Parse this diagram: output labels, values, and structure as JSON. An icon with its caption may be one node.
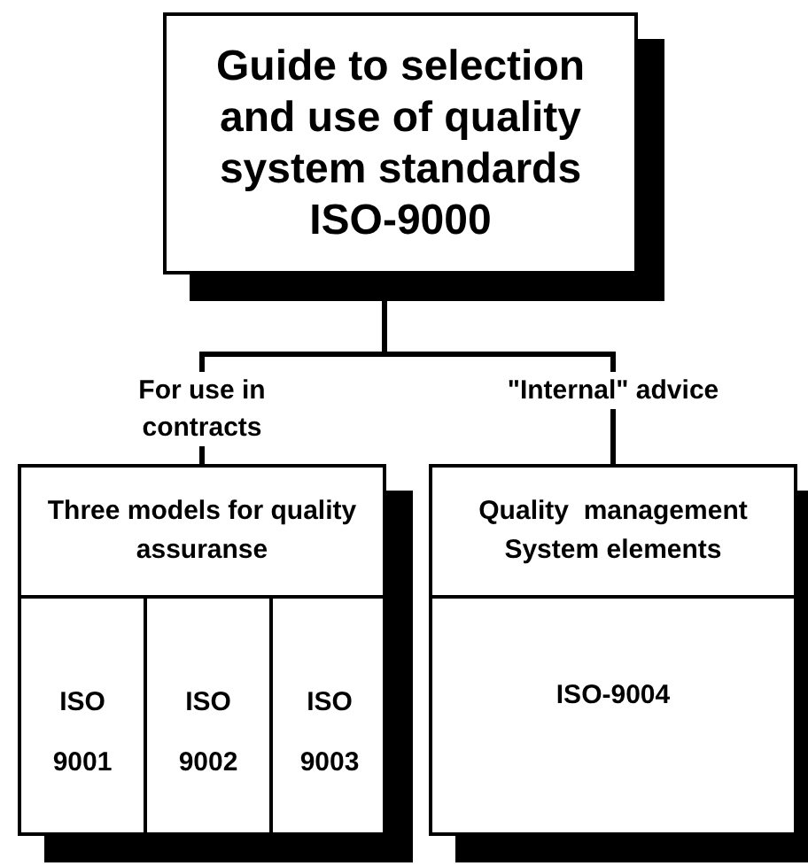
{
  "diagram": {
    "nodes": [
      {
        "text": [
          "Guide to selection and use of quality system standards ISO-9000"
        ]
      },
      {
        "text": [
          "Three models for quality assuranse"
        ]
      },
      {
        "text": [
          "ISO 9001"
        ],
        "in": 1
      },
      {
        "text": [
          "ISO 9002"
        ],
        "in": 1
      },
      {
        "text": [
          "ISO 9003"
        ],
        "in": 1
      },
      {
        "text": [
          "Quality  management System elements",
          "ISO-9004"
        ]
      }
    ],
    "edges": [
      {
        "from": 0,
        "to": 1,
        "arrow": "none",
        "label": "For use in contracts"
      },
      {
        "from": 0,
        "to": 5,
        "arrow": "none",
        "label": "\"Internal\" advice"
      }
    ]
  }
}
